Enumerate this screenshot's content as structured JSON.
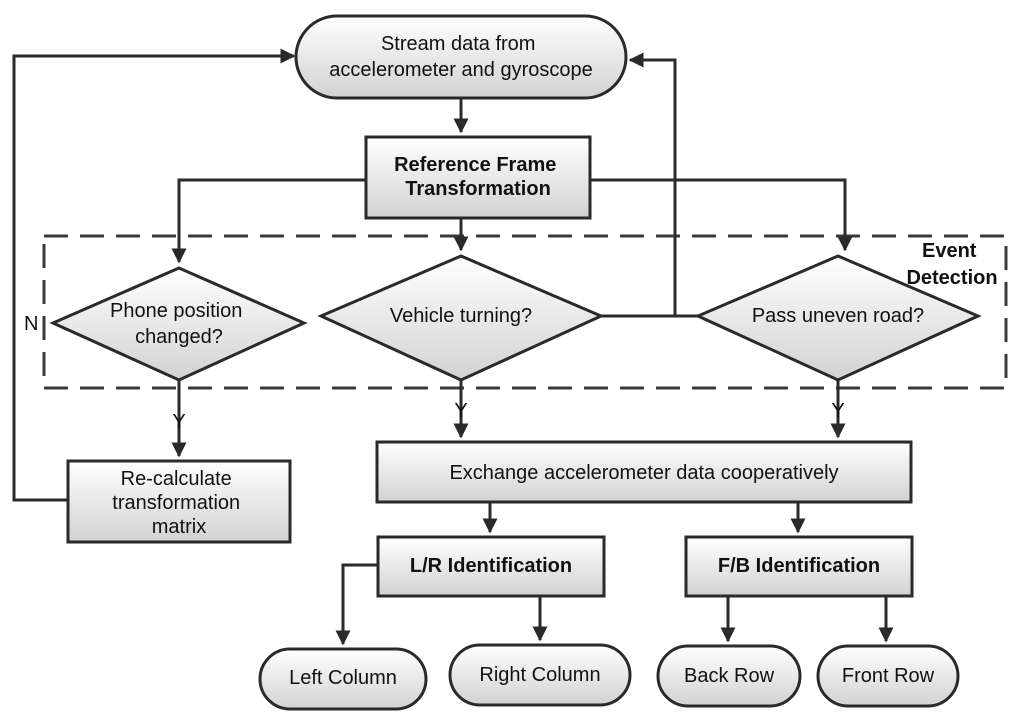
{
  "nodes": {
    "stream": {
      "line1": "Stream data from",
      "line2": "accelerometer and gyroscope"
    },
    "reference": {
      "line1": "Reference Frame",
      "line2": "Transformation"
    },
    "phone": {
      "line1": "Phone position",
      "line2": "changed?"
    },
    "turning": {
      "line1": "Vehicle turning?"
    },
    "uneven": {
      "line1": "Pass uneven road?"
    },
    "recalc": {
      "line1": "Re-calculate",
      "line2": "transformation",
      "line3": "matrix"
    },
    "exchange": {
      "line1": "Exchange accelerometer data cooperatively"
    },
    "lr": {
      "line1": "L/R Identification"
    },
    "fb": {
      "line1": "F/B Identification"
    },
    "left": {
      "line1": "Left Column"
    },
    "right": {
      "line1": "Right Column"
    },
    "back": {
      "line1": "Back Row"
    },
    "front": {
      "line1": "Front Row"
    }
  },
  "region": {
    "line1": "Event",
    "line2": "Detection"
  },
  "edge_labels": {
    "no": "N",
    "yes": "Y"
  },
  "colors": {
    "stroke": "#2a2a2a",
    "fill_top": "#ffffff",
    "fill_bottom": "#d4d4d4",
    "text": "#111111"
  }
}
